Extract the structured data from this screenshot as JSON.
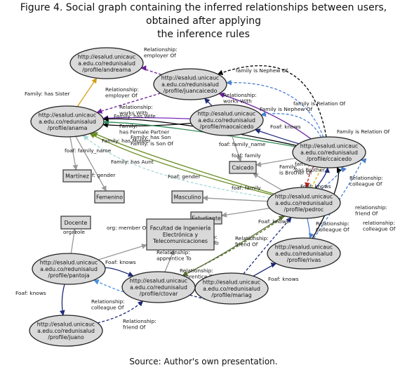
{
  "caption": {
    "line1": "Figure 4. Social graph containing the inferred relationships between users, obtained after applying",
    "line2": "the inference rules"
  },
  "source": "Source: Author's own presentation.",
  "nodes": [
    {
      "id": "andreama",
      "lines": [
        "http://esalud.unicauc",
        "a.edu.co/redunisalud",
        "/profile/andreama"
      ]
    },
    {
      "id": "juancaicedo",
      "lines": [
        "http://esalud.unicauc",
        "a.edu.co/redunisalud",
        "/profile/juancaicedo"
      ]
    },
    {
      "id": "anama",
      "lines": [
        "http://esalud.unicauc",
        "a.edu.co/redunisalud",
        "/profile/anama"
      ]
    },
    {
      "id": "maocaicedo",
      "lines": [
        "http://esalud.unicauc",
        "a.edu.co/redunisalud",
        "/profile/maocaicedo"
      ]
    },
    {
      "id": "ccaicedo",
      "lines": [
        "http://esalud.unicauc",
        "a.edu.co/redunisalud",
        "/profile/ccaicedo"
      ]
    },
    {
      "id": "pedroc",
      "lines": [
        "http://esalud.unicauc",
        "a.edu.co/redunisalud",
        "/profile/pedroc"
      ]
    },
    {
      "id": "rivas",
      "lines": [
        "http://esalud.unicauc",
        "a.edu.co/redunisalud",
        "/profile/rivas"
      ]
    },
    {
      "id": "pantoja",
      "lines": [
        "http://esalud.unicauc",
        "a.edu.co/redunisalud",
        "/profile/pantoja"
      ]
    },
    {
      "id": "ctovar",
      "lines": [
        "http://esalud.unicauc",
        "a.edu.co/redunisalud",
        "/profile/ctovar"
      ]
    },
    {
      "id": "mariag",
      "lines": [
        "http://esalud.unicauc",
        "a.edu.co/redunisalud",
        "/profile/mariag"
      ]
    },
    {
      "id": "juano",
      "lines": [
        "http://esalud.unicauc",
        "a.edu.co/redunisalud",
        "/profile/juano"
      ]
    },
    {
      "id": "martinez",
      "lines": [
        "Martínez"
      ]
    },
    {
      "id": "femenino",
      "lines": [
        "Femenino"
      ]
    },
    {
      "id": "caicedo",
      "lines": [
        "Caicedo"
      ]
    },
    {
      "id": "masculino",
      "lines": [
        "Masculino"
      ]
    },
    {
      "id": "estudiante",
      "lines": [
        "Estudiante"
      ]
    },
    {
      "id": "docente",
      "lines": [
        "Docente"
      ]
    },
    {
      "id": "facultad",
      "lines": [
        "Facultad de Ingeniería",
        "Electrónica y",
        "Telecomunicaciones"
      ]
    }
  ],
  "edges": [
    {
      "from": "anama",
      "to": "andreama",
      "label": "Family: has Sister",
      "color": "#d4a017",
      "dashed": false
    },
    {
      "from": "juancaicedo",
      "to": "andreama",
      "label": "Relationship: employer Of",
      "color": "#6a1b9a",
      "dashed": true
    },
    {
      "from": "juancaicedo",
      "to": "anama",
      "label": "Relationship: employer Of",
      "color": "#6a1b9a",
      "dashed": true
    },
    {
      "from": "maocaicedo",
      "to": "anama",
      "label": "Relationship: works With",
      "color": "#7b2cbf",
      "dashed": false
    },
    {
      "from": "maocaicedo",
      "to": "juancaicedo",
      "label": "Relationship: works With",
      "color": "#1e2a78",
      "dashed": false
    },
    {
      "from": "ccaicedo",
      "to": "juancaicedo",
      "label": "family is Nephew Of",
      "color": "#000000",
      "dashed": true
    },
    {
      "from": "ccaicedo",
      "to": "juancaicedo",
      "label": "Family is Nephew Of",
      "color": "#6a1b9a",
      "dashed": false
    },
    {
      "from": "ccaicedo",
      "to": "juancaicedo",
      "label": "family is Relation Of",
      "color": "#4a7fd0",
      "dashed": true
    },
    {
      "from": "ccaicedo",
      "to": "maocaicedo",
      "label": "Foaf: knows",
      "color": "#1e2a78",
      "dashed": false
    },
    {
      "from": "ccaicedo",
      "to": "maocaicedo",
      "label": "Family is Relation Of",
      "color": "#4a7fd0",
      "dashed": true
    },
    {
      "from": "maocaicedo",
      "to": "anama",
      "label": "Family: has Wife",
      "color": "#000000",
      "dashed": false
    },
    {
      "from": "ccaicedo",
      "to": "anama",
      "label": "Family: has Mother",
      "color": "#2e8b57",
      "dashed": false
    },
    {
      "from": "pedroc",
      "to": "anama",
      "label": "Family: has Son",
      "color": "#6a8e23",
      "dashed": false
    },
    {
      "from": "pedroc",
      "to": "anama",
      "label": "Family: is Son Of",
      "color": "#6a8e23",
      "dashed": false
    },
    {
      "from": "ccaicedo",
      "to": "anama",
      "label": "Family: has Female Partner",
      "color": "#000000",
      "dashed": false
    },
    {
      "from": "pedroc",
      "to": "anama",
      "label": "Family: has Aunt",
      "color": "#a8d8d8",
      "dashed": true
    },
    {
      "from": "anama",
      "to": "martinez",
      "label": "foaf: family_name",
      "color": "#999999",
      "dashed": false
    },
    {
      "from": "anama",
      "to": "femenino",
      "label": "Foaf: gender",
      "color": "#999999",
      "dashed": false
    },
    {
      "from": "maocaicedo",
      "to": "caicedo",
      "label": "foaf: family_name",
      "color": "#999999",
      "dashed": false
    },
    {
      "from": "ccaicedo",
      "to": "caicedo",
      "label": "foaf: family",
      "color": "#999999",
      "dashed": false
    },
    {
      "from": "pedroc",
      "to": "caicedo",
      "label": "foaf: family",
      "color": "#999999",
      "dashed": false
    },
    {
      "from": "pedroc",
      "to": "masculino",
      "label": "Foaf: gender",
      "color": "#999999",
      "dashed": false
    },
    {
      "from": "pedroc",
      "to": "ccaicedo",
      "label": "Family: is Brother Of",
      "color": "#c9b800",
      "dashed": true
    },
    {
      "from": "ccaicedo",
      "to": "pedroc",
      "label": "family: has Brother",
      "color": "#b22222",
      "dashed": true
    },
    {
      "from": "pedroc",
      "to": "ccaicedo",
      "label": "Foaf: knows",
      "color": "#1e2a78",
      "dashed": false
    },
    {
      "from": "pedroc",
      "to": "ccaicedo",
      "label": "Relationship: colleague Of",
      "color": "#4a7fd0",
      "dashed": true
    },
    {
      "from": "pedroc",
      "to": "rivas",
      "label": "Relationship: Colleague Of",
      "color": "#4a7fd0",
      "dashed": false
    },
    {
      "from": "pedroc",
      "to": "estudiante",
      "label": "Foaf: knows",
      "color": "#999999",
      "dashed": false
    },
    {
      "from": "rivas",
      "to": "ccaicedo",
      "label": "relationship: friend Of",
      "color": "#000000",
      "dashed": false
    },
    {
      "from": "rivas",
      "to": "ccaicedo",
      "label": "relationship: colleague Of",
      "color": "#4a7fd0",
      "dashed": true
    },
    {
      "from": "pantoja",
      "to": "facultad",
      "label": "org: member Of",
      "color": "#999999",
      "dashed": false
    },
    {
      "from": "ctovar",
      "to": "facultad",
      "label": "org: member Of",
      "color": "#999999",
      "dashed": false
    },
    {
      "from": "pantoja",
      "to": "docente",
      "label": "org: role",
      "color": "#999999",
      "dashed": false
    },
    {
      "from": "ctovar",
      "to": "pedroc",
      "label": "Relationship: apprentice To",
      "color": "#556b2f",
      "dashed": false
    },
    {
      "from": "pedroc",
      "to": "ctovar",
      "label": "Relationship: apprentice To",
      "color": "#556b2f",
      "dashed": true
    },
    {
      "from": "mariag",
      "to": "pedroc",
      "label": "Relationship: friend Of",
      "color": "#1e2a78",
      "dashed": true
    },
    {
      "from": "ctovar",
      "to": "mariag",
      "label": "Relationship: apprentice To",
      "color": "#1e2a78",
      "dashed": true
    },
    {
      "from": "mariag",
      "to": "rivas",
      "label": "Foaf: knows",
      "color": "#1e2a78",
      "dashed": false
    },
    {
      "from": "pantoja",
      "to": "ctovar",
      "label": "Foaf: knows",
      "color": "#1e2a78",
      "dashed": false
    },
    {
      "from": "ctovar",
      "to": "pantoja",
      "label": "Relationship: colleague Of",
      "color": "#4a90e2",
      "dashed": true
    },
    {
      "from": "pantoja",
      "to": "juano",
      "label": "Foaf: knows",
      "color": "#1e2a78",
      "dashed": false
    },
    {
      "from": "juano",
      "to": "ctovar",
      "label": "Relationship: friend Of",
      "color": "#1e2a78",
      "dashed": true
    }
  ]
}
